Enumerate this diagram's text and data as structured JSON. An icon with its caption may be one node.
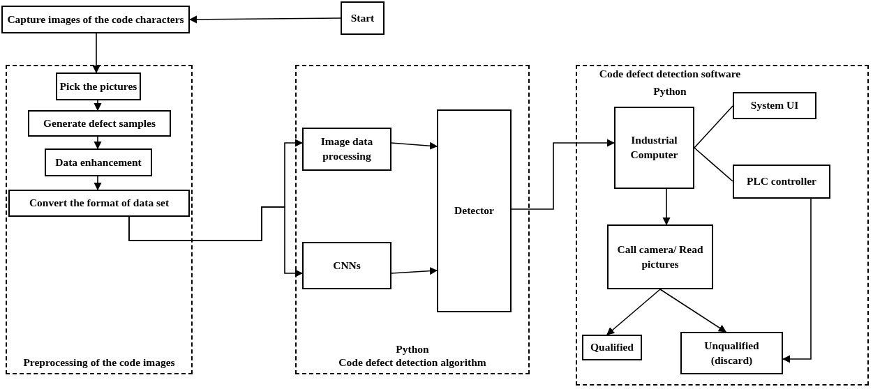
{
  "diagram": {
    "nodes": [
      {
        "text": [
          "Capture images of the code characters"
        ]
      },
      {
        "text": [
          "Start"
        ]
      },
      {
        "text": [
          "Preprocessing of the code images"
        ]
      },
      {
        "text": [
          "Pick the pictures"
        ],
        "in": 2
      },
      {
        "text": [
          "Generate defect samples"
        ],
        "in": 2
      },
      {
        "text": [
          "Data enhancement"
        ],
        "in": 2
      },
      {
        "text": [
          "Convert the format of data set"
        ],
        "in": 2
      },
      {
        "text": [
          "Python",
          "Code defect detection algorithm"
        ]
      },
      {
        "text": [
          "Image data processing"
        ],
        "in": 7
      },
      {
        "text": [
          "CNNs"
        ],
        "in": 7
      },
      {
        "text": [
          "Detector"
        ],
        "in": 7
      },
      {
        "text": [
          "Code defect detection software",
          "Python"
        ]
      },
      {
        "text": [
          "Industrial Computer"
        ],
        "in": 11
      },
      {
        "text": [
          "System UI"
        ],
        "in": 11
      },
      {
        "text": [
          "PLC controller"
        ],
        "in": 11
      },
      {
        "text": [
          "Call camera/ Read pictures"
        ],
        "in": 11
      },
      {
        "text": [
          "Qualified"
        ],
        "in": 11
      },
      {
        "text": [
          "Unqualified (discard)"
        ],
        "in": 11
      }
    ],
    "edges": [
      {
        "from": 1,
        "to": 0,
        "arrow": "to"
      },
      {
        "from": 0,
        "to": 3,
        "arrow": "to"
      },
      {
        "from": 3,
        "to": 4,
        "arrow": "to"
      },
      {
        "from": 4,
        "to": 5,
        "arrow": "to"
      },
      {
        "from": 5,
        "to": 6,
        "arrow": "to"
      },
      {
        "from": 6,
        "to": 8,
        "arrow": "to"
      },
      {
        "from": 6,
        "to": 9,
        "arrow": "to"
      },
      {
        "from": 8,
        "to": 10,
        "arrow": "to"
      },
      {
        "from": 9,
        "to": 10,
        "arrow": "to"
      },
      {
        "from": 10,
        "to": 12,
        "arrow": "to"
      },
      {
        "from": 12,
        "to": 13,
        "arrow": "none"
      },
      {
        "from": 12,
        "to": 14,
        "arrow": "none"
      },
      {
        "from": 12,
        "to": 15,
        "arrow": "to"
      },
      {
        "from": 15,
        "to": 16,
        "arrow": "to"
      },
      {
        "from": 15,
        "to": 17,
        "arrow": "to"
      },
      {
        "from": 14,
        "to": 17,
        "arrow": "to"
      }
    ]
  }
}
